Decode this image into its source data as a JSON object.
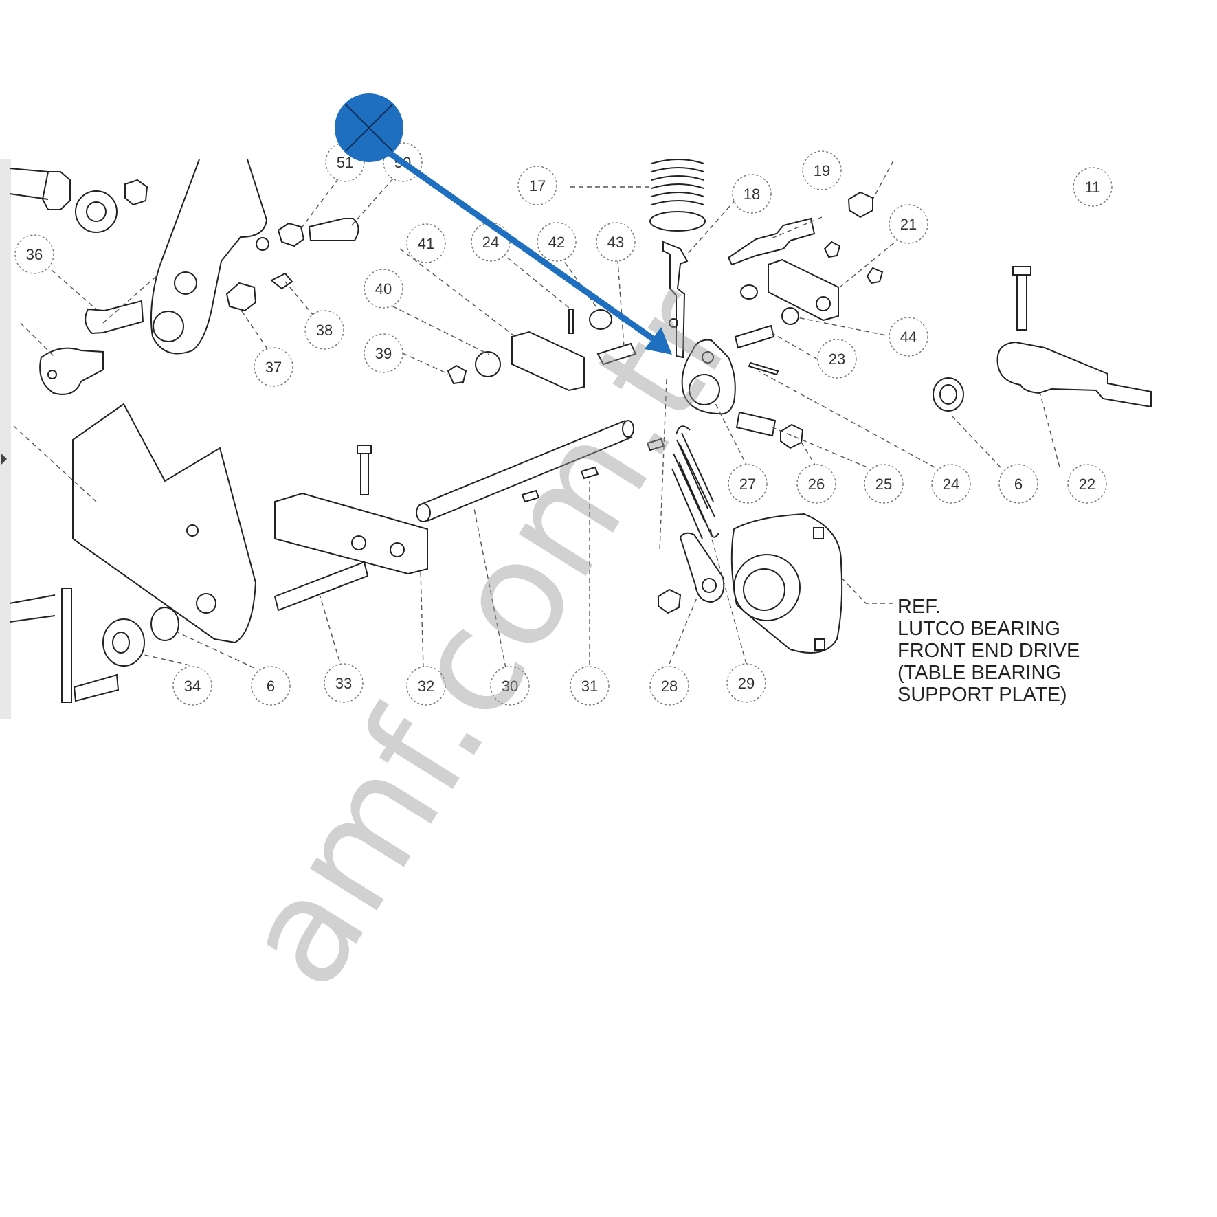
{
  "diagram": {
    "reference_note": [
      "REF.",
      "LUTCO BEARING",
      "FRONT END DRIVE",
      "(TABLE BEARING",
      "SUPPORT PLATE)"
    ],
    "watermark": "amf.com.tr",
    "accent_color": "#1f6fc0",
    "callouts": {
      "c51": "51",
      "c50": "50",
      "c17": "17",
      "c18": "18",
      "c19": "19",
      "c11": "11",
      "c36": "36",
      "c41": "41",
      "c24a": "24",
      "c42": "42",
      "c43": "43",
      "c21": "21",
      "c40": "40",
      "c38": "38",
      "c44": "44",
      "c39": "39",
      "c37": "37",
      "c23": "23",
      "c27": "27",
      "c26": "26",
      "c25": "25",
      "c24b": "24",
      "c6a": "6",
      "c22": "22",
      "c34": "34",
      "c6b": "6",
      "c33": "33",
      "c32": "32",
      "c30": "30",
      "c31": "31",
      "c28": "28",
      "c29": "29"
    }
  }
}
